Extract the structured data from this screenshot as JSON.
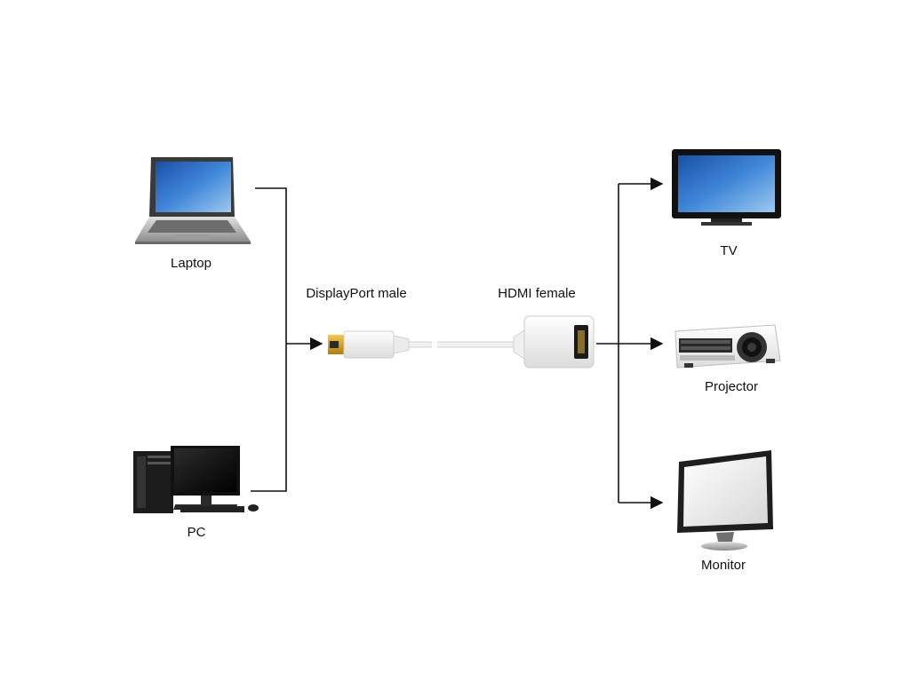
{
  "diagram": {
    "sources": [
      {
        "id": "laptop",
        "label": "Laptop",
        "icon": "laptop-icon"
      },
      {
        "id": "pc",
        "label": "PC",
        "icon": "desktop-pc-icon"
      }
    ],
    "adapter": {
      "input_label": "DisplayPort male",
      "output_label": "HDMI female",
      "icon": "displayport-to-hdmi-adapter-icon"
    },
    "targets": [
      {
        "id": "tv",
        "label": "TV",
        "icon": "tv-icon"
      },
      {
        "id": "projector",
        "label": "Projector",
        "icon": "projector-icon"
      },
      {
        "id": "monitor",
        "label": "Monitor",
        "icon": "monitor-icon"
      }
    ],
    "colors": {
      "line": "#111111",
      "connector_gold": "#d9a11a",
      "adapter_white": "#f4f4f4"
    }
  }
}
